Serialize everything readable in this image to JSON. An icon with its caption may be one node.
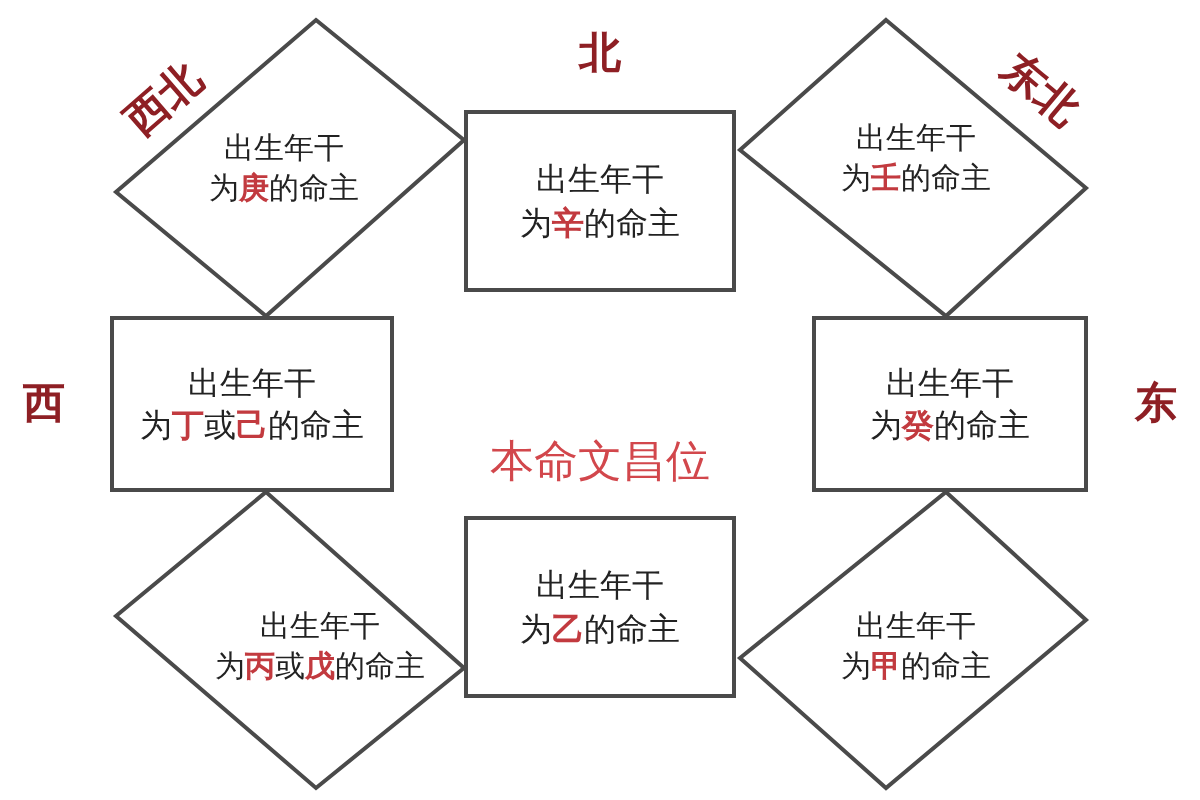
{
  "diagram": {
    "nodes": [
      {
        "text": [
          "出生年干为**庚**的命主"
        ],
        "beside": [
          "西北"
        ]
      },
      {
        "text": [
          "出生年干为**辛**的命主"
        ],
        "beside": [
          "北"
        ]
      },
      {
        "text": [
          "出生年干为**壬**的命主"
        ],
        "beside": [
          "东北"
        ]
      },
      {
        "text": [
          "出生年干为**丁**或**己**的命主"
        ],
        "beside": [
          "西"
        ]
      },
      {
        "text": [
          "出生年干为**癸**的命主"
        ],
        "beside": [
          "东"
        ]
      },
      {
        "text": [
          "出生年干为**丙**或**戊**的命主"
        ]
      },
      {
        "text": [
          "出生年干为**乙**的命主"
        ]
      },
      {
        "text": [
          "出生年干为**甲**的命主"
        ]
      }
    ],
    "labels": [
      "本命文昌位"
    ]
  }
}
